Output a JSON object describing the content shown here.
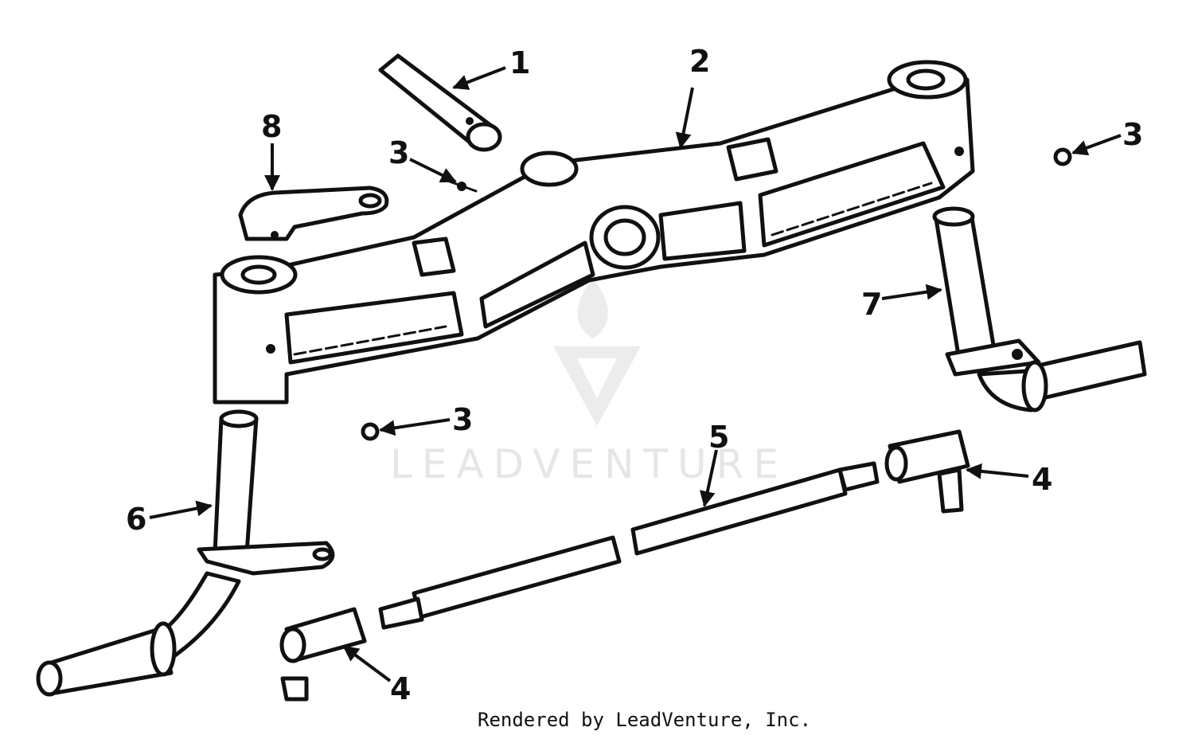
{
  "watermark": {
    "text": "LEADVENTURE"
  },
  "footer": {
    "credit": "Rendered by LeadVenture, Inc."
  },
  "callouts": [
    "1",
    "2",
    "3",
    "3",
    "3",
    "4",
    "4",
    "5",
    "6",
    "7",
    "8"
  ]
}
